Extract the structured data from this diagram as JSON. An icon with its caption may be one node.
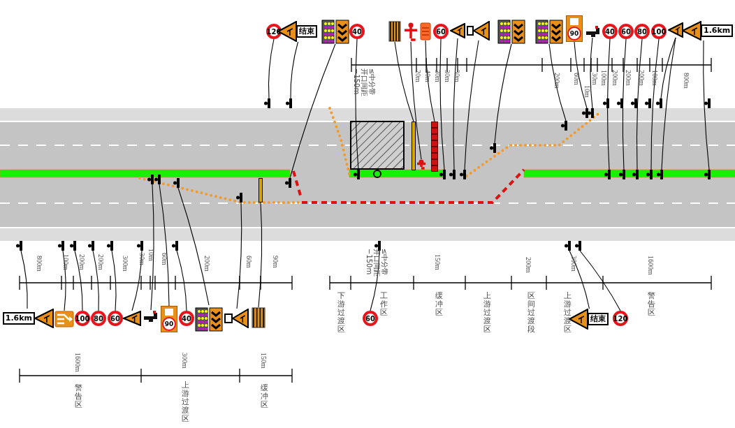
{
  "diagram": {
    "nodes": [
      {
        "text": [
          "120"
        ]
      },
      {
        "text": [
          "结束"
        ]
      },
      {
        "text": [],
        "shape": "picture"
      },
      {
        "text": [
          "40"
        ]
      },
      {
        "text": [],
        "shape": "picture"
      },
      {
        "text": [],
        "shape": "picture"
      },
      {
        "text": [],
        "shape": "picture"
      },
      {
        "text": [
          "60"
        ]
      },
      {
        "text": [],
        "shape": "picture"
      },
      {
        "text": [],
        "shape": "picture"
      },
      {
        "text": [],
        "shape": "picture"
      },
      {
        "text": [],
        "shape": "picture"
      },
      {
        "text": [
          "90"
        ]
      },
      {
        "text": [],
        "shape": "picture"
      },
      {
        "text": [
          "40"
        ]
      },
      {
        "text": [
          "60"
        ]
      },
      {
        "text": [
          "80"
        ]
      },
      {
        "text": [
          "100"
        ]
      },
      {
        "text": [],
        "shape": "picture"
      },
      {
        "text": [
          "1.6km"
        ]
      },
      {
        "text": [
          "1.6km"
        ]
      },
      {
        "text": [],
        "shape": "picture"
      },
      {
        "text": [
          "100"
        ]
      },
      {
        "text": [
          "80"
        ]
      },
      {
        "text": [
          "60"
        ]
      },
      {
        "text": [],
        "shape": "picture"
      },
      {
        "text": [],
        "shape": "picture"
      },
      {
        "text": [
          "90"
        ]
      },
      {
        "text": [
          "40"
        ]
      },
      {
        "text": [],
        "shape": "picture"
      },
      {
        "text": [],
        "shape": "picture"
      },
      {
        "text": [],
        "shape": "picture"
      },
      {
        "text": [
          "60"
        ]
      },
      {
        "text": [
          "结束"
        ]
      },
      {
        "text": [
          "120"
        ]
      },
      {
        "text": [],
        "shape": "bar"
      },
      {
        "text": [],
        "shape": "bar"
      },
      {
        "text": [],
        "shape": "bar"
      },
      {
        "text": [],
        "shape": "bar"
      },
      {
        "text": [],
        "shape": "bar"
      },
      {
        "text": [],
        "shape": "bar"
      },
      {
        "text": [],
        "shape": "bar"
      },
      {
        "text": [],
        "shape": "bar"
      },
      {
        "text": [],
        "shape": "bar"
      },
      {
        "text": [],
        "shape": "bar"
      },
      {
        "text": [],
        "shape": "bar"
      },
      {
        "text": [],
        "shape": "bar"
      },
      {
        "text": [],
        "shape": "bar"
      },
      {
        "text": [],
        "shape": "bar"
      },
      {
        "text": [],
        "shape": "bar"
      },
      {
        "text": [],
        "shape": "bar"
      },
      {
        "text": [],
        "shape": "bar"
      },
      {
        "text": [],
        "shape": "bar"
      },
      {
        "text": [],
        "shape": "bar"
      },
      {
        "text": [],
        "shape": "bar"
      },
      {
        "text": [],
        "shape": "bar"
      },
      {
        "text": [],
        "shape": "bar"
      },
      {
        "text": [],
        "shape": "bar"
      },
      {
        "text": [],
        "shape": "bar"
      },
      {
        "text": [],
        "shape": "bar"
      },
      {
        "text": [],
        "shape": "bar"
      },
      {
        "text": [],
        "shape": "bar"
      },
      {
        "text": [],
        "shape": "bar"
      },
      {
        "text": [],
        "shape": "bar"
      },
      {
        "text": [],
        "shape": "bar"
      },
      {
        "text": [],
        "shape": "bar"
      },
      {
        "text": [],
        "shape": "bar"
      },
      {
        "text": [],
        "shape": "bar"
      },
      {
        "text": [],
        "shape": "bar"
      },
      {
        "text": [],
        "shape": "bar"
      },
      {
        "text": [],
        "shape": "bar"
      },
      {
        "text": [],
        "shape": "bar"
      },
      {
        "text": [],
        "shape": "bar"
      },
      {
        "text": [],
        "shape": "bar"
      },
      {
        "text": [],
        "shape": "picture"
      },
      {
        "text": [],
        "shape": "bar"
      }
    ],
    "edges": [
      {
        "from": 0,
        "to": 35,
        "arrow": "none"
      },
      {
        "from": 1,
        "to": 36,
        "arrow": "none"
      },
      {
        "from": 2,
        "to": 60,
        "arrow": "none"
      },
      {
        "from": 3,
        "to": 47,
        "arrow": "none"
      },
      {
        "from": 4,
        "to": 73,
        "arrow": "none"
      },
      {
        "from": 5,
        "to": 74,
        "arrow": "none"
      },
      {
        "from": 6,
        "to": 75,
        "arrow": "none"
      },
      {
        "from": 7,
        "to": 48,
        "arrow": "none"
      },
      {
        "from": 8,
        "to": 49,
        "arrow": "none"
      },
      {
        "from": 9,
        "to": 50,
        "arrow": "none"
      },
      {
        "from": 10,
        "to": 46,
        "arrow": "none"
      },
      {
        "from": 11,
        "to": 45,
        "arrow": "none"
      },
      {
        "from": 12,
        "to": 43,
        "arrow": "none"
      },
      {
        "from": 13,
        "to": 44,
        "arrow": "none"
      },
      {
        "from": 14,
        "to": 51,
        "arrow": "none"
      },
      {
        "from": 15,
        "to": 52,
        "arrow": "none"
      },
      {
        "from": 16,
        "to": 53,
        "arrow": "none"
      },
      {
        "from": 17,
        "to": 54,
        "arrow": "none"
      },
      {
        "from": 18,
        "to": 41,
        "arrow": "none"
      },
      {
        "from": 18,
        "to": 55,
        "arrow": "none"
      },
      {
        "from": 19,
        "to": 56,
        "arrow": "none"
      },
      {
        "from": 20,
        "to": 63,
        "arrow": "none"
      },
      {
        "from": 21,
        "to": 64,
        "arrow": "none"
      },
      {
        "from": 22,
        "to": 65,
        "arrow": "none"
      },
      {
        "from": 23,
        "to": 66,
        "arrow": "none"
      },
      {
        "from": 24,
        "to": 67,
        "arrow": "none"
      },
      {
        "from": 25,
        "to": 68,
        "arrow": "none"
      },
      {
        "from": 26,
        "to": 57,
        "arrow": "none"
      },
      {
        "from": 27,
        "to": 58,
        "arrow": "none"
      },
      {
        "from": 28,
        "to": 69,
        "arrow": "none"
      },
      {
        "from": 29,
        "to": 59,
        "arrow": "none"
      },
      {
        "from": 30,
        "to": 62,
        "arrow": "none"
      },
      {
        "from": 31,
        "to": 61,
        "arrow": "none"
      },
      {
        "from": 32,
        "to": 70,
        "arrow": "none"
      },
      {
        "from": 33,
        "to": 71,
        "arrow": "none"
      },
      {
        "from": 34,
        "to": 72,
        "arrow": "none"
      }
    ],
    "labels": [
      "≤中分带开口间距−150m",
      "20m",
      "40m",
      "30m",
      "30m",
      "30m",
      "200m",
      "60m",
      "10m",
      "30m",
      "100m",
      "200m",
      "200m",
      "200m",
      "100m",
      "800m",
      "800m",
      "100m",
      "200m",
      "200m",
      "300m",
      "30m",
      "10m",
      "60m",
      "200m",
      "60m",
      "90m",
      "≤中分带开口间距−150m",
      "150m",
      "200m",
      "300m",
      "1600m",
      "下游过渡区",
      "工作区",
      "缓冲区",
      "上游过渡区",
      "区间过渡段",
      "上游过渡区",
      "警告区",
      "1600m",
      "300m",
      "150m",
      "警告区",
      "上游过渡区",
      "缓冲区"
    ]
  }
}
